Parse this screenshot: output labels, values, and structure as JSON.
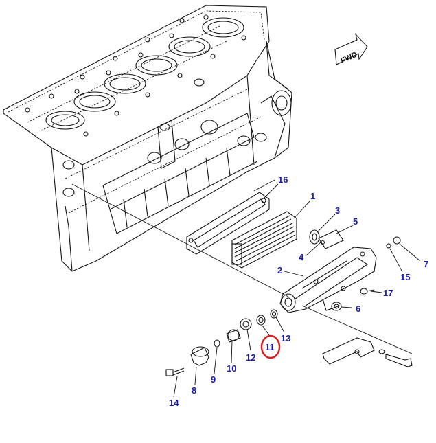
{
  "diagram": {
    "fwd_label": "FWD",
    "highlight_color": "#d42020",
    "callout_color": "#1a1aa8",
    "callouts": [
      {
        "id": "1",
        "label": "1"
      },
      {
        "id": "2",
        "label": "2"
      },
      {
        "id": "3",
        "label": "3"
      },
      {
        "id": "4",
        "label": "4"
      },
      {
        "id": "5",
        "label": "5"
      },
      {
        "id": "6",
        "label": "6"
      },
      {
        "id": "7",
        "label": "7"
      },
      {
        "id": "8",
        "label": "8"
      },
      {
        "id": "9",
        "label": "9"
      },
      {
        "id": "10",
        "label": "10"
      },
      {
        "id": "11",
        "label": "11"
      },
      {
        "id": "12",
        "label": "12"
      },
      {
        "id": "13",
        "label": "13"
      },
      {
        "id": "14",
        "label": "14"
      },
      {
        "id": "15",
        "label": "15"
      },
      {
        "id": "16",
        "label": "16"
      },
      {
        "id": "17",
        "label": "17"
      }
    ],
    "highlighted_part": "11"
  }
}
